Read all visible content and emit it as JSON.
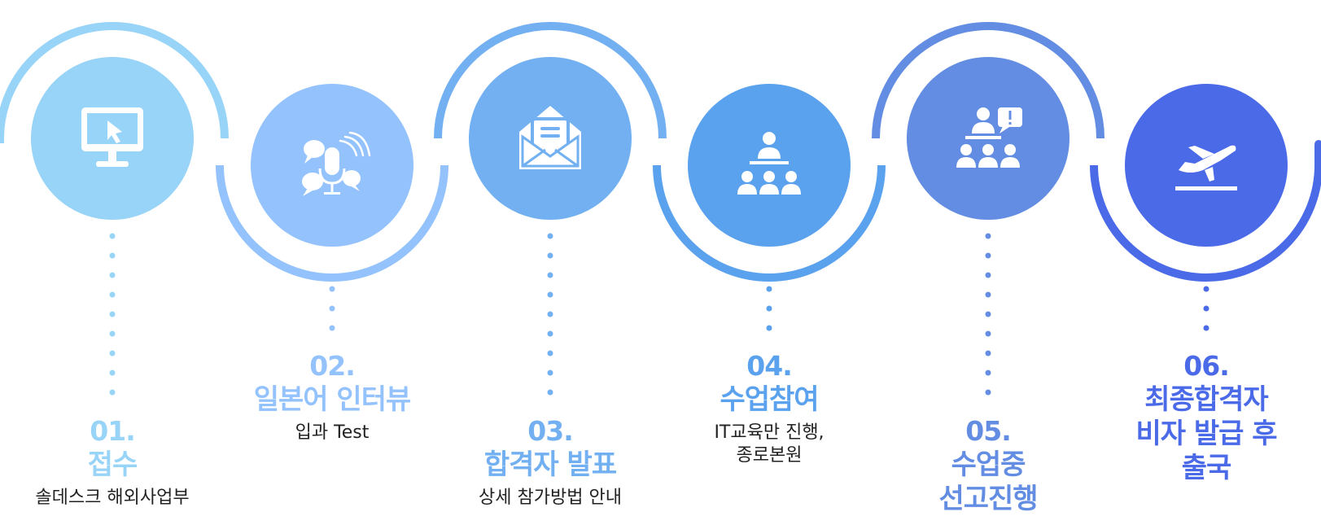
{
  "colors": {
    "step1": "#98D3F8",
    "step2": "#93C2FC",
    "step3": "#72B0F2",
    "step4": "#5AA1EE",
    "step5": "#638DE2",
    "step6": "#4B6AE8"
  },
  "steps": [
    {
      "number": "01.",
      "title_lines": [
        "접수"
      ],
      "desc_lines": [
        "솔데스크 해외사업부"
      ],
      "icon": "monitor-cursor-icon"
    },
    {
      "number": "02.",
      "title_lines": [
        "일본어 인터뷰"
      ],
      "desc_lines": [
        "입과 Test"
      ],
      "icon": "microphone-speech-icon"
    },
    {
      "number": "03.",
      "title_lines": [
        "합격자 발표"
      ],
      "desc_lines": [
        "상세 참가방법 안내"
      ],
      "icon": "open-envelope-icon"
    },
    {
      "number": "04.",
      "title_lines": [
        "수업참여"
      ],
      "desc_lines": [
        "IT교육만 진행,",
        "종로본원"
      ],
      "icon": "classroom-icon"
    },
    {
      "number": "05.",
      "title_lines": [
        "수업중",
        "선고진행"
      ],
      "desc_lines": [],
      "icon": "presenter-alert-icon"
    },
    {
      "number": "06.",
      "title_lines": [
        "최종합격자",
        "비자 발급 후",
        "출국"
      ],
      "desc_lines": [],
      "icon": "airplane-departure-icon"
    }
  ]
}
